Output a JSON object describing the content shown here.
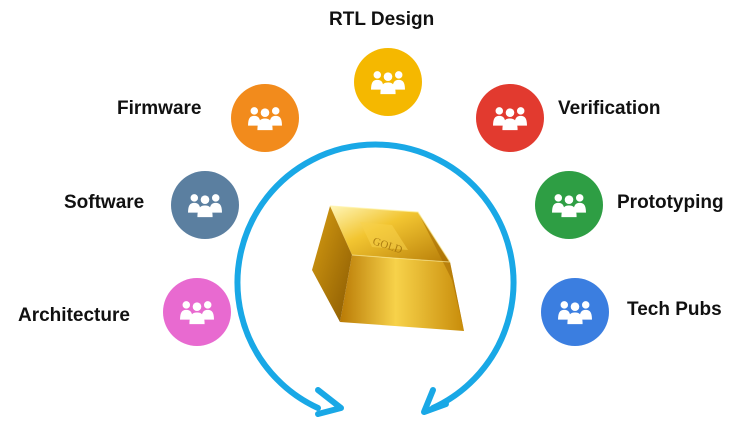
{
  "teams": [
    {
      "id": "rtl-design",
      "label": "RTL Design",
      "color": "#f5b800"
    },
    {
      "id": "firmware",
      "label": "Firmware",
      "color": "#f28b1c"
    },
    {
      "id": "verification",
      "label": "Verification",
      "color": "#e23a2f"
    },
    {
      "id": "software",
      "label": "Software",
      "color": "#5b7fa0"
    },
    {
      "id": "prototyping",
      "label": "Prototyping",
      "color": "#2e9e44"
    },
    {
      "id": "architecture",
      "label": "Architecture",
      "color": "#e86ad0"
    },
    {
      "id": "tech-pubs",
      "label": "Tech Pubs",
      "color": "#3b7ee0"
    }
  ],
  "arrow_color": "#19a8e6",
  "icons": {
    "team": "people-group-icon",
    "center": "gold-bar-icon"
  }
}
